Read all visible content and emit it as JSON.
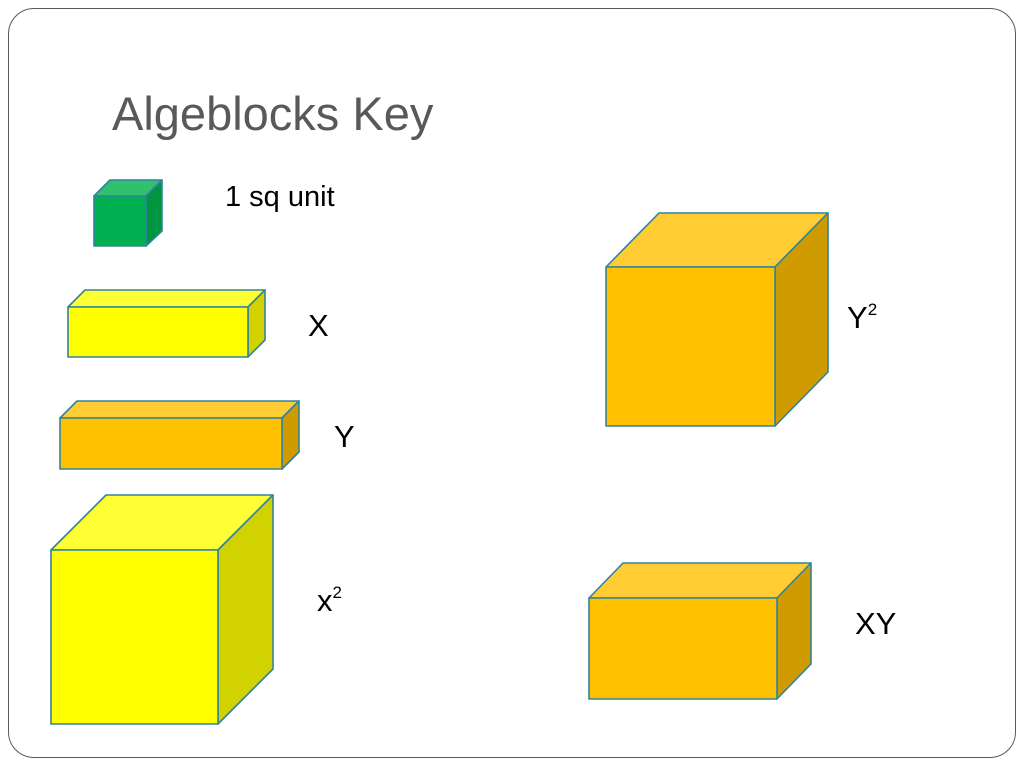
{
  "slide": {
    "title": "Algeblocks Key"
  },
  "labels": {
    "unit": "1 sq unit",
    "x": "X",
    "y": "Y",
    "x_squared_base": "x",
    "x_squared_exp": "2",
    "y_squared_base": "Y",
    "y_squared_exp": "2",
    "xy": "XY"
  },
  "colors": {
    "green_front": "#00b050",
    "green_top": "#2fc16d",
    "green_side": "#00953f",
    "yellow_front": "#ffff00",
    "yellow_top": "#ffff33",
    "yellow_side": "#d2d200",
    "orange_front": "#ffc000",
    "orange_top": "#ffcc33",
    "orange_side": "#cf9b00",
    "outline": "#31849b"
  },
  "blocks": [
    {
      "name": "unit",
      "color": "green"
    },
    {
      "name": "x",
      "color": "yellow"
    },
    {
      "name": "y",
      "color": "orange"
    },
    {
      "name": "x-squared",
      "color": "yellow"
    },
    {
      "name": "y-squared",
      "color": "orange"
    },
    {
      "name": "xy",
      "color": "orange"
    }
  ]
}
